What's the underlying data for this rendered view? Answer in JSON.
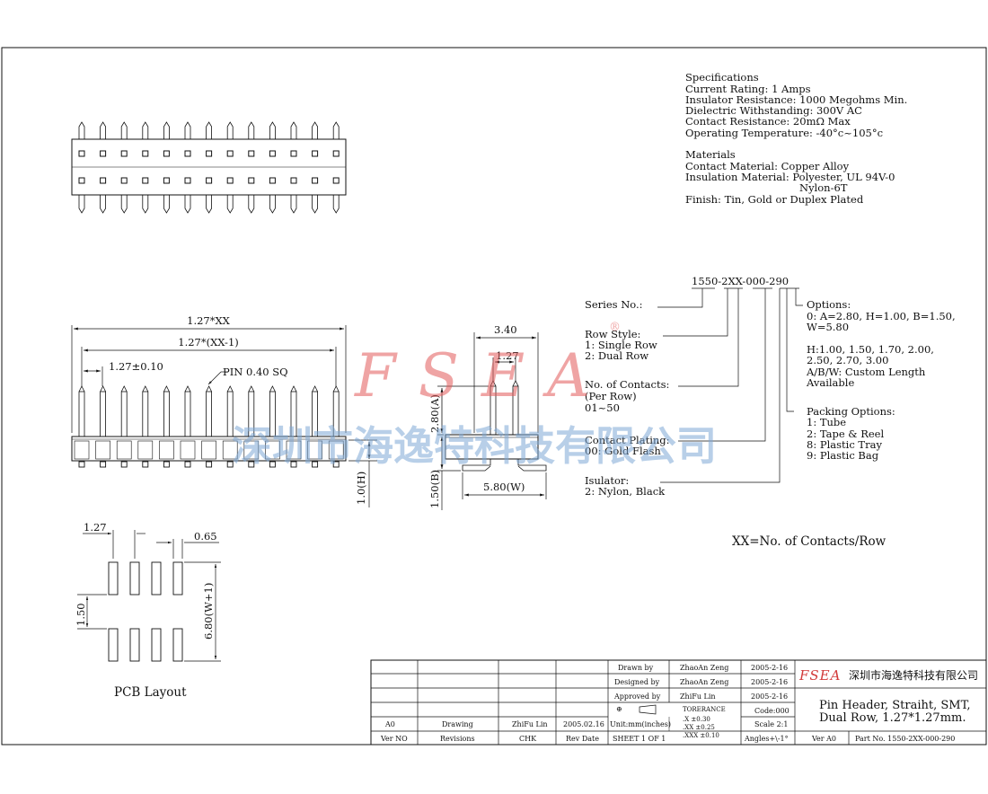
{
  "specifications": {
    "title": "Specifications",
    "lines": [
      "Current Rating: 1 Amps",
      "Insulator Resistance: 1000 Megohms Min.",
      "Dielectric Withstanding: 300V AC",
      "Contact Resistance: 20mΩ Max",
      "Operating Temperature: -40°c~105°c"
    ]
  },
  "materials": {
    "title": "Materials",
    "lines": [
      "Contact Material: Copper Alloy",
      "Insulation Material: Polyester, UL 94V-0",
      "Nylon-6T",
      "Finish: Tin, Gold or Duplex Plated"
    ]
  },
  "part_code": "1550-2XX-000-290",
  "legend": {
    "series_no": "Series No.:",
    "row_style": [
      "Row Style:",
      "1: Single Row",
      "2: Dual Row"
    ],
    "contacts": [
      "No. of Contacts:",
      "(Per Row)",
      "01~50"
    ],
    "plating": [
      "Contact Plating:",
      "00: Gold Flash"
    ],
    "isulator": [
      "Isulator:",
      "2: Nylon, Black"
    ],
    "options": [
      "Options:",
      "0: A=2.80, H=1.00, B=1.50,",
      "W=5.80",
      "",
      "H:1.00, 1.50, 1.70, 2.00,",
      "2.50, 2.70, 3.00",
      "A/B/W: Custom Length",
      "Available"
    ],
    "packing": [
      "Packing Options:",
      "1: Tube",
      "2: Tape & Reel",
      "8: Plastic Tray",
      "9: Plastic Bag"
    ],
    "xx_note": "XX=No. of Contacts/Row"
  },
  "dims": {
    "total_len": "1.27*XX",
    "len_minus": "1.27*(XX-1)",
    "pitch": "1.27±0.10",
    "pin": "PIN 0.40 SQ",
    "h": "1.0(H)",
    "w340": "3.40",
    "w127": "1.27",
    "a": "2.80(A)",
    "b": "1.50(B)",
    "w": "5.80(W)",
    "pcb_pitch": "1.27",
    "pcb_pad": "0.65",
    "pcb_row": "1.50",
    "pcb_w": "6.80(W+1)",
    "pcb_title": "PCB Layout"
  },
  "watermark": {
    "latin": "F S E A",
    "reg": "®",
    "cn": "深圳市海逸特科技有限公司"
  },
  "title_block": {
    "drawn_label": "Drawn by",
    "drawn_name": "ZhaoAn Zeng",
    "drawn_date": "2005-2-16",
    "designed_label": "Designed by",
    "designed_name": "ZhaoAn Zeng",
    "designed_date": "2005-2-16",
    "approved_label": "Approved by",
    "approved_name": "ZhiFu Lin",
    "approved_date": "2005-2-16",
    "rev_a0": "A0",
    "rev_drawing": "Drawing",
    "rev_chk_name": "ZhiFu Lin",
    "rev_date_val": "2005.02.16",
    "ver_no": "Ver NO",
    "revisions": "Revisions",
    "chk": "CHK",
    "rev_date": "Rev Date",
    "units": "Unit:mm(inches)",
    "sheet": "SHEET 1 OF 1",
    "tolerance": "TORERANCE",
    "tol1": ".X    ±0.30",
    "tol2": ".XX   ±0.25",
    "tol3": ".XXX  ±0.10",
    "code": "Code:000",
    "scale": "Scale 2:1",
    "angles": "Angles+\\-1°",
    "company_logo": "FSEA",
    "company": "深圳市海逸特科技有限公司",
    "title1": "Pin Header, Straiht, SMT,",
    "title2": "Dual Row, 1.27*1.27mm.",
    "ver": "Ver A0",
    "part_no": "Part No.  1550-2XX-000-290"
  }
}
